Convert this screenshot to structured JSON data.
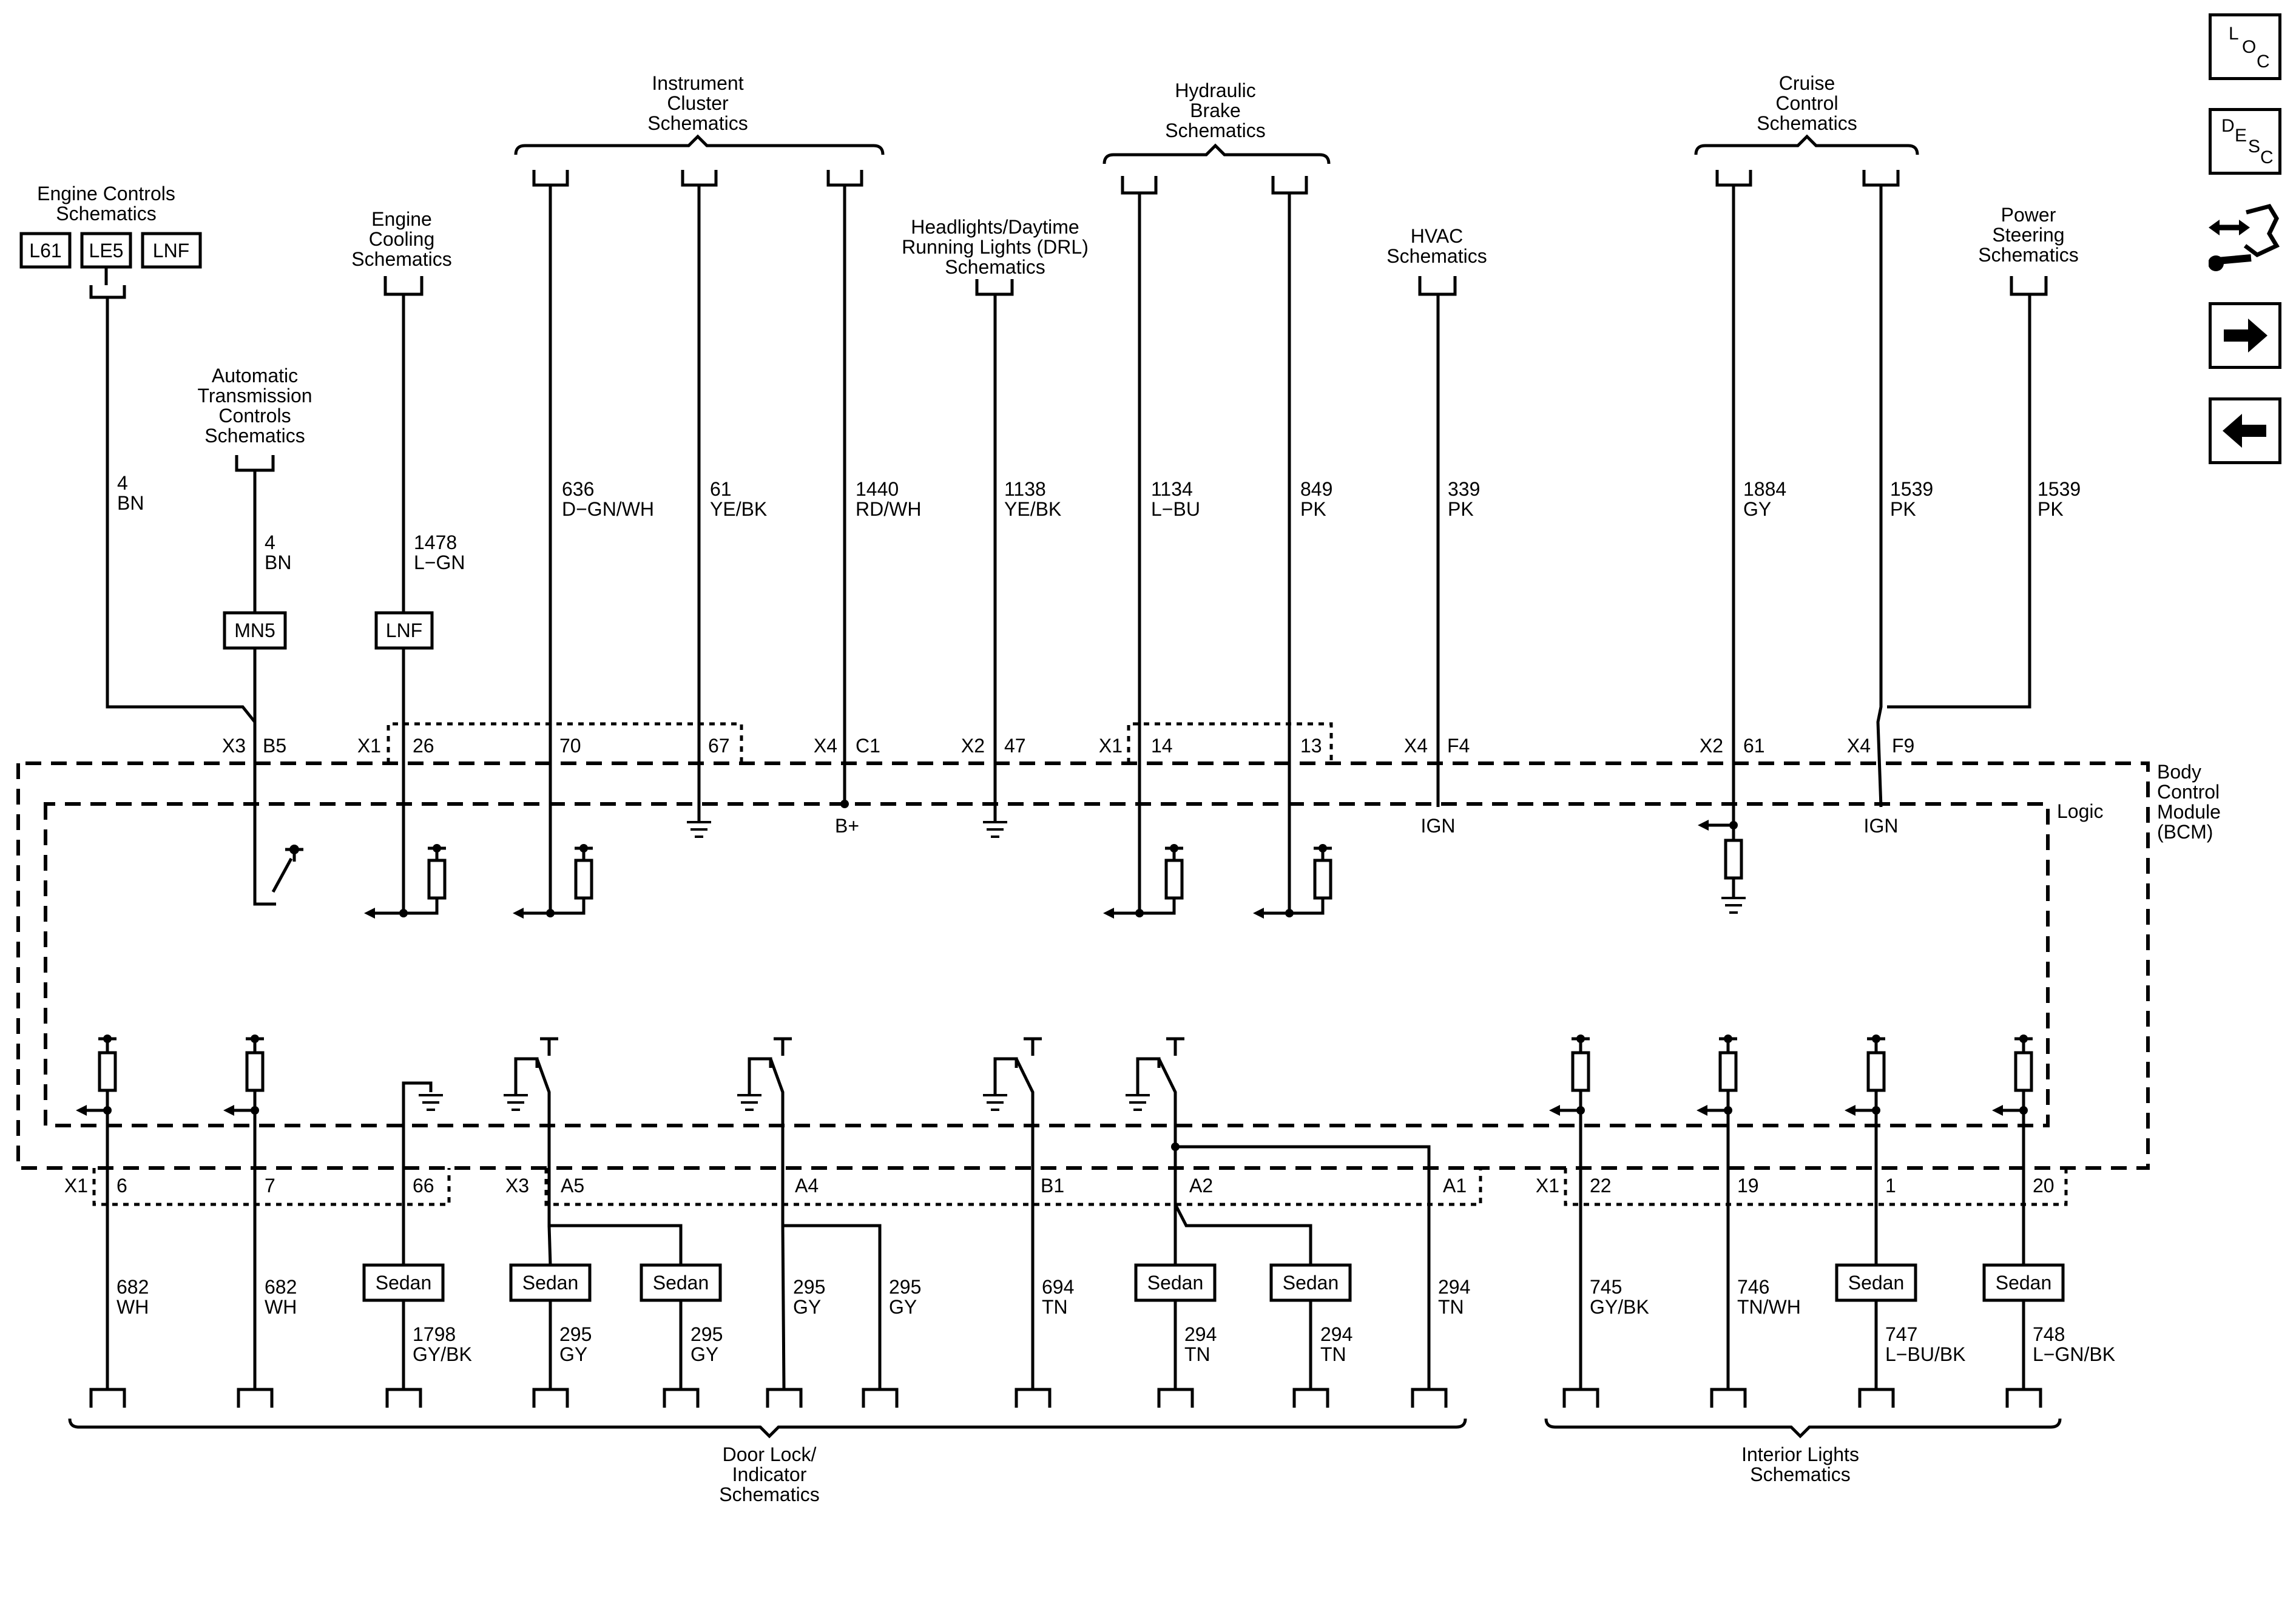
{
  "nav": {
    "loc": [
      "L",
      "O",
      "C"
    ],
    "desc": [
      "D",
      "E",
      "S",
      "C"
    ]
  },
  "module": {
    "name": [
      "Body",
      "Control",
      "Module",
      "(BCM)"
    ],
    "logic": "Logic"
  },
  "top_refs": {
    "engine_controls": [
      "Engine Controls",
      "Schematics"
    ],
    "engine_options": [
      "L61",
      "LE5",
      "LNF"
    ],
    "auto_trans": [
      "Automatic",
      "Transmission",
      "Controls",
      "Schematics"
    ],
    "engine_cooling": [
      "Engine",
      "Cooling",
      "Schematics"
    ],
    "instrument": [
      "Instrument",
      "Cluster",
      "Schematics"
    ],
    "headlights": [
      "Headlights/Daytime",
      "Running Lights (DRL)",
      "Schematics"
    ],
    "hydraulic": [
      "Hydraulic",
      "Brake",
      "Schematics"
    ],
    "hvac": [
      "HVAC",
      "Schematics"
    ],
    "cruise": [
      "Cruise",
      "Control",
      "Schematics"
    ],
    "power_steering": [
      "Power",
      "Steering",
      "Schematics"
    ]
  },
  "bottom_refs": {
    "door_lock": [
      "Door Lock/",
      "Indicator",
      "Schematics"
    ],
    "interior": [
      "Interior Lights",
      "Schematics"
    ]
  },
  "options": {
    "mn5": "MN5",
    "lnf": "LNF",
    "sedan": "Sedan"
  },
  "top_wires": [
    {
      "circuit": "4",
      "color": "BN"
    },
    {
      "circuit": "4",
      "color": "BN"
    },
    {
      "circuit": "1478",
      "color": "L−GN"
    },
    {
      "circuit": "636",
      "color": "D−GN/WH"
    },
    {
      "circuit": "61",
      "color": "YE/BK"
    },
    {
      "circuit": "1440",
      "color": "RD/WH"
    },
    {
      "circuit": "1138",
      "color": "YE/BK"
    },
    {
      "circuit": "1134",
      "color": "L−BU"
    },
    {
      "circuit": "849",
      "color": "PK"
    },
    {
      "circuit": "339",
      "color": "PK"
    },
    {
      "circuit": "1884",
      "color": "GY"
    },
    {
      "circuit": "1539",
      "color": "PK"
    },
    {
      "circuit": "1539",
      "color": "PK"
    }
  ],
  "top_pins": [
    {
      "conn": "X3",
      "pin": "B5"
    },
    {
      "conn": "X1",
      "pin": "26"
    },
    {
      "conn": "",
      "pin": "70"
    },
    {
      "conn": "",
      "pin": "67"
    },
    {
      "conn": "X4",
      "pin": "C1"
    },
    {
      "conn": "X2",
      "pin": "47"
    },
    {
      "conn": "X1",
      "pin": "14"
    },
    {
      "conn": "",
      "pin": "13"
    },
    {
      "conn": "X4",
      "pin": "F4"
    },
    {
      "conn": "X2",
      "pin": "61"
    },
    {
      "conn": "X4",
      "pin": "F9"
    }
  ],
  "internal_labels": {
    "bplus": "B+",
    "ign": "IGN"
  },
  "bottom_pins": [
    {
      "conn": "X1",
      "pin": "6"
    },
    {
      "conn": "",
      "pin": "7"
    },
    {
      "conn": "",
      "pin": "66"
    },
    {
      "conn": "X3",
      "pin": "A5"
    },
    {
      "conn": "",
      "pin": "A4"
    },
    {
      "conn": "",
      "pin": "B1"
    },
    {
      "conn": "",
      "pin": "A2"
    },
    {
      "conn": "",
      "pin": "A1"
    },
    {
      "conn": "X1",
      "pin": "22"
    },
    {
      "conn": "",
      "pin": "19"
    },
    {
      "conn": "",
      "pin": "1"
    },
    {
      "conn": "",
      "pin": "20"
    }
  ],
  "bottom_wires": [
    {
      "circuit": "682",
      "color": "WH"
    },
    {
      "circuit": "682",
      "color": "WH"
    },
    {
      "circuit": "1798",
      "color": "GY/BK"
    },
    {
      "circuit": "295",
      "color": "GY"
    },
    {
      "circuit": "295",
      "color": "GY"
    },
    {
      "circuit": "295",
      "color": "GY"
    },
    {
      "circuit": "295",
      "color": "GY"
    },
    {
      "circuit": "694",
      "color": "TN"
    },
    {
      "circuit": "294",
      "color": "TN"
    },
    {
      "circuit": "294",
      "color": "TN"
    },
    {
      "circuit": "294",
      "color": "TN"
    },
    {
      "circuit": "745",
      "color": "GY/BK"
    },
    {
      "circuit": "746",
      "color": "TN/WH"
    },
    {
      "circuit": "747",
      "color": "L−BU/BK"
    },
    {
      "circuit": "748",
      "color": "L−GN/BK"
    }
  ]
}
